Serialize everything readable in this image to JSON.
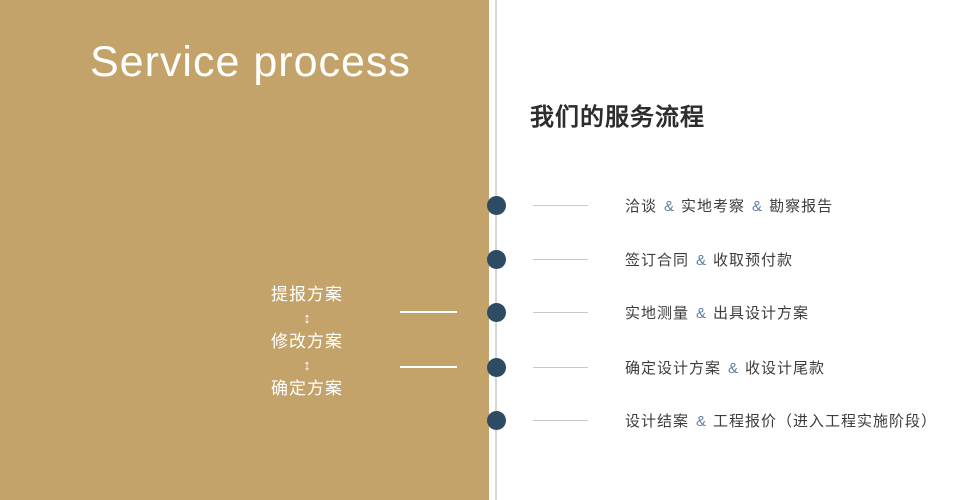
{
  "left_panel": {
    "title": "Service process",
    "flow_steps": [
      "提报方案",
      "修改方案",
      "确定方案"
    ],
    "arrow_icon": "↕"
  },
  "right_panel": {
    "title": "我们的服务流程",
    "separator": "&",
    "steps": [
      {
        "parts": [
          "洽谈",
          "实地考察",
          "勘察报告"
        ]
      },
      {
        "parts": [
          "签订合同",
          "收取预付款"
        ]
      },
      {
        "parts": [
          "实地测量",
          "出具设计方案"
        ]
      },
      {
        "parts": [
          "确定设计方案",
          "收设计尾款"
        ]
      },
      {
        "parts": [
          "设计结案",
          "工程报价（进入工程实施阶段）"
        ]
      }
    ]
  },
  "colors": {
    "panel_gold": "#c3a369",
    "dot_navy": "#2d4b63",
    "ampersand_blue": "#5f7f9d",
    "text_dark": "#3d3d3d",
    "line_gray": "#c9c9c9"
  }
}
